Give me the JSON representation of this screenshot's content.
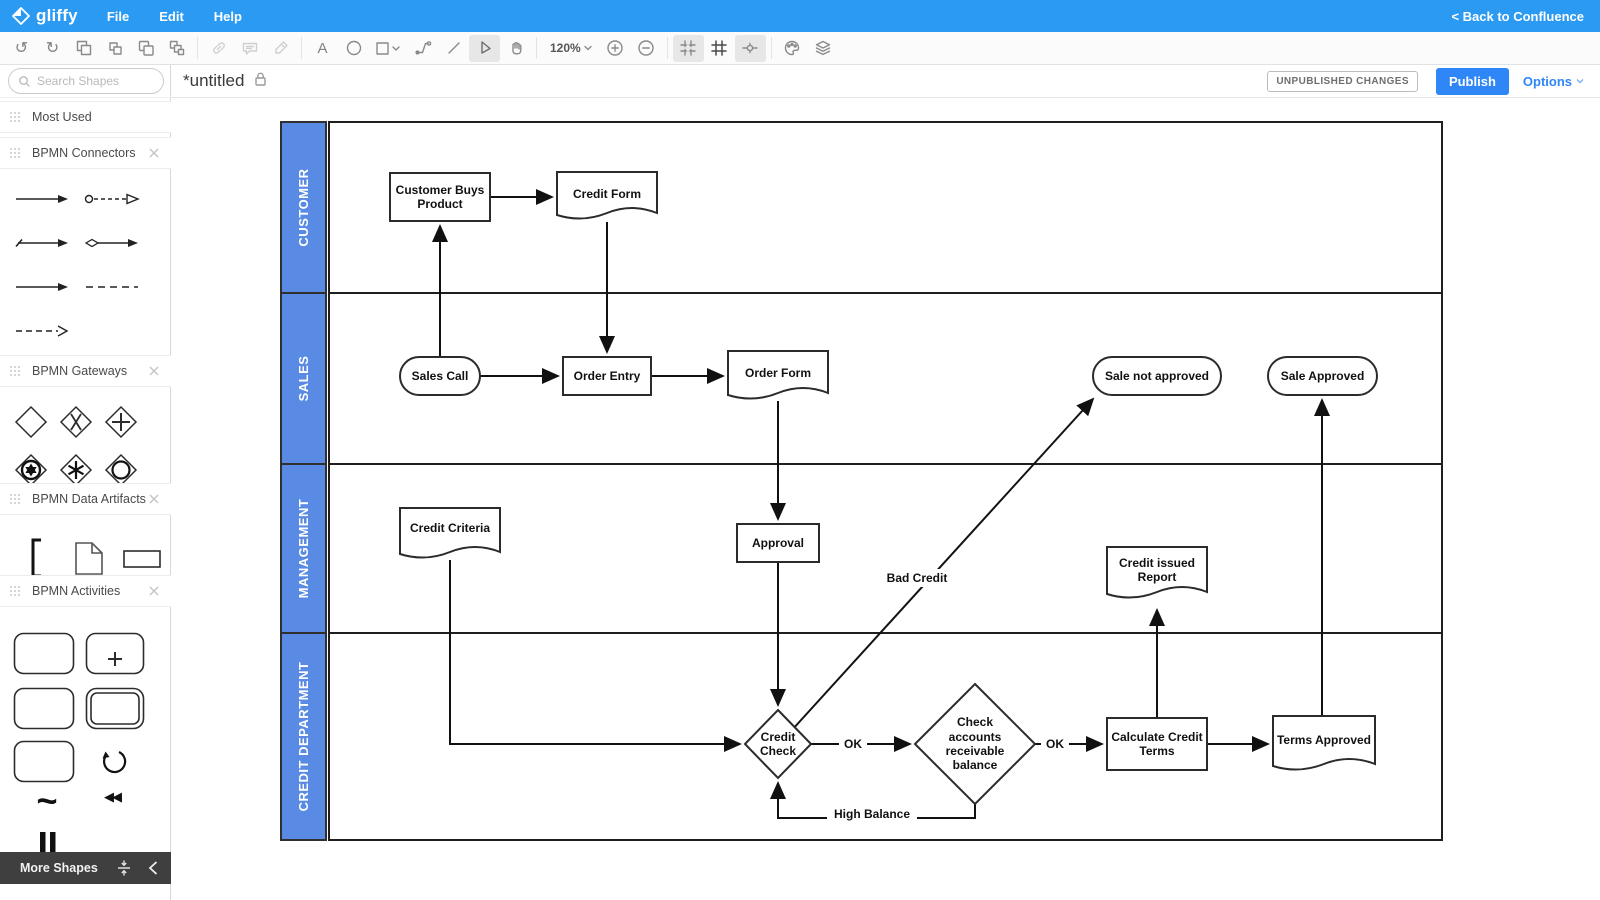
{
  "topbar": {
    "logo_text": "gliffy",
    "menus": [
      {
        "label": "File"
      },
      {
        "label": "Edit"
      },
      {
        "label": "Help"
      }
    ],
    "back_link": "< Back to Confluence"
  },
  "toolbar": {
    "zoom_level": "120%"
  },
  "title_row": {
    "title": "*untitled",
    "unpublished_badge": "UNPUBLISHED CHANGES",
    "publish_label": "Publish",
    "options_label": "Options"
  },
  "sidebar": {
    "search_placeholder": "Search Shapes",
    "sections": [
      {
        "label": "Most Used"
      },
      {
        "label": "BPMN Connectors"
      },
      {
        "label": "BPMN Gateways"
      },
      {
        "label": "BPMN Data Artifacts"
      },
      {
        "label": "BPMN Activities"
      }
    ],
    "more_shapes_label": "More Shapes"
  },
  "icons": {
    "undo": "↺",
    "redo": "↻",
    "tilde": "~",
    "rewind": "◀◀"
  },
  "diagram": {
    "lanes": [
      {
        "label": "CUSTOMER"
      },
      {
        "label": "SALES"
      },
      {
        "label": "MANAGEMENT"
      },
      {
        "label": "CREDIT DEPARTMENT"
      }
    ],
    "nodes": {
      "customer_buys_product": "Customer Buys Product",
      "credit_form": "Credit Form",
      "sales_call": "Sales Call",
      "order_entry": "Order Entry",
      "order_form": "Order Form",
      "sale_not_approved": "Sale not approved",
      "sale_approved": "Sale Approved",
      "credit_criteria": "Credit Criteria",
      "approval": "Approval",
      "credit_issued_report": "Credit issued Report",
      "credit_check": "Credit Check",
      "check_accounts": "Check accounts receivable balance",
      "calculate_credit_terms": "Calculate Credit Terms",
      "terms_approved": "Terms Approved"
    },
    "edge_labels": {
      "ok1": "OK",
      "ok2": "OK",
      "bad_credit": "Bad Credit",
      "high_balance": "High Balance"
    }
  },
  "colors": {
    "topbar_blue": "#2b9af3",
    "lane_blue": "#5a8be4",
    "publish_blue": "#2f86f6",
    "diagram_stroke": "#222222"
  }
}
